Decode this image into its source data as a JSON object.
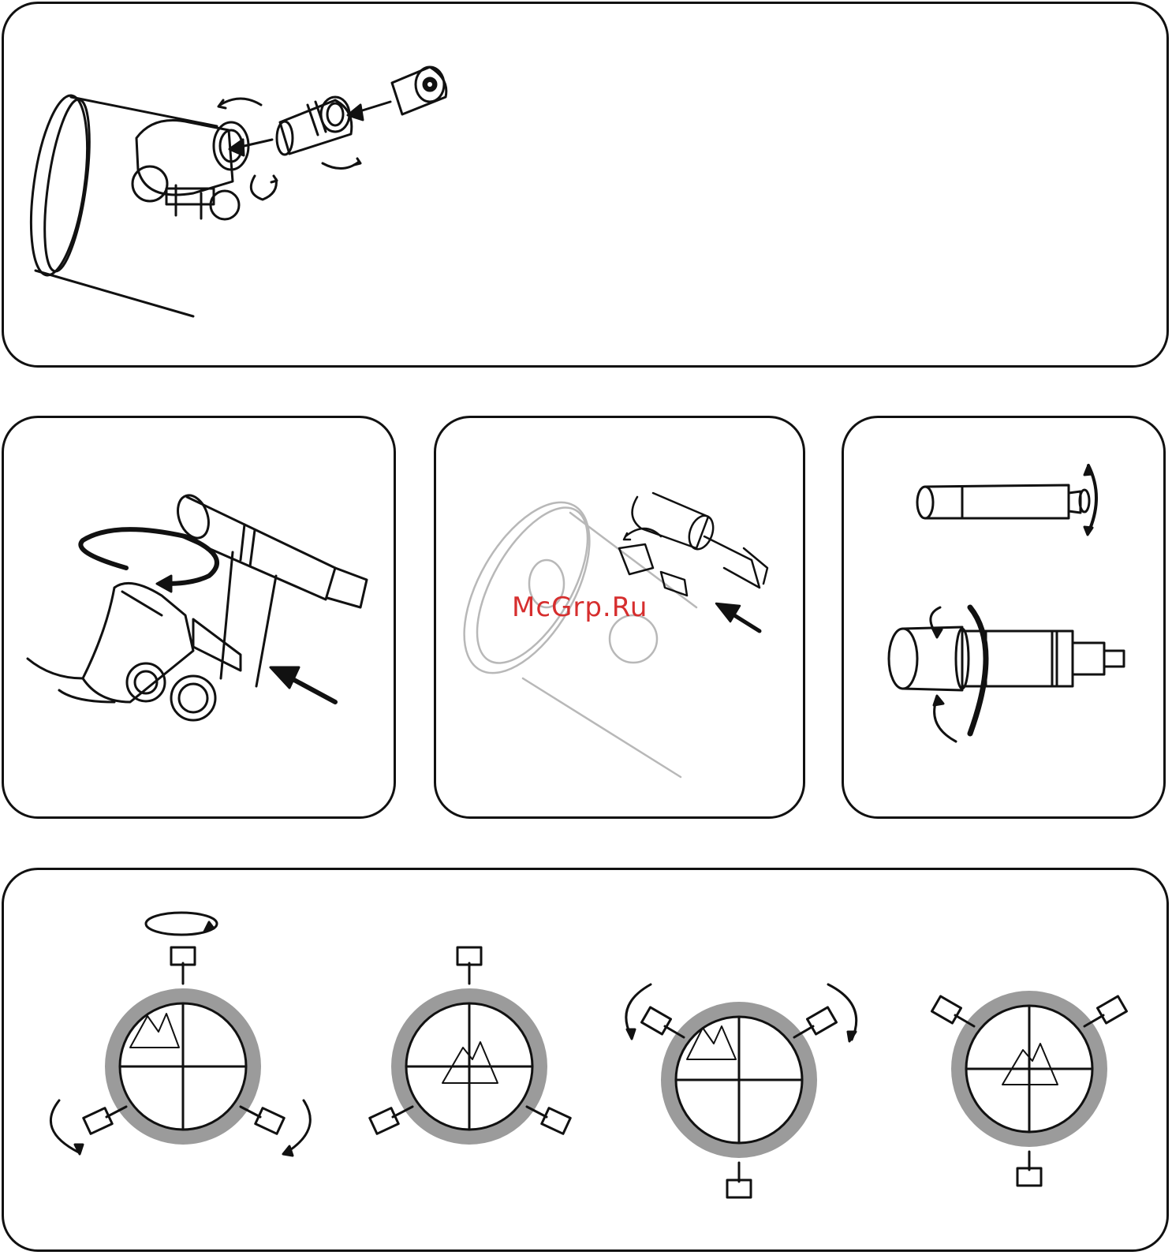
{
  "watermark": {
    "text": "McGrp.Ru",
    "color": "#d62e2e"
  },
  "colors": {
    "stroke": "#111111",
    "ring": "#9b9b9b",
    "faded": "#b8b8b8",
    "background": "#ffffff"
  },
  "figures": [
    {
      "id": "eyepiece-insertion",
      "icons": [
        "telescope-tube-icon",
        "focuser-icon",
        "eyepiece-icon",
        "eyepiece-cap-icon",
        "push-arrow-icon",
        "rotate-arrow-icon"
      ]
    },
    {
      "id": "finder-scope-mount-1",
      "icons": [
        "finder-scope-icon",
        "finder-bracket-icon",
        "rotate-arrow-icon",
        "push-arrow-icon"
      ]
    },
    {
      "id": "finder-scope-mount-2",
      "icons": [
        "telescope-tube-icon",
        "finder-scope-icon",
        "push-arrow-icon",
        "rotate-arrow-icon"
      ]
    },
    {
      "id": "finder-focus-adjust",
      "icons": [
        "finder-scope-icon",
        "rotate-arrow-icon"
      ]
    },
    {
      "id": "finder-alignment-sequence",
      "steps": 4,
      "icons": [
        "reticle-icon",
        "crosshair-icon",
        "mountain-target-icon",
        "adjust-screw-icon",
        "rotate-arrow-icon"
      ]
    }
  ]
}
